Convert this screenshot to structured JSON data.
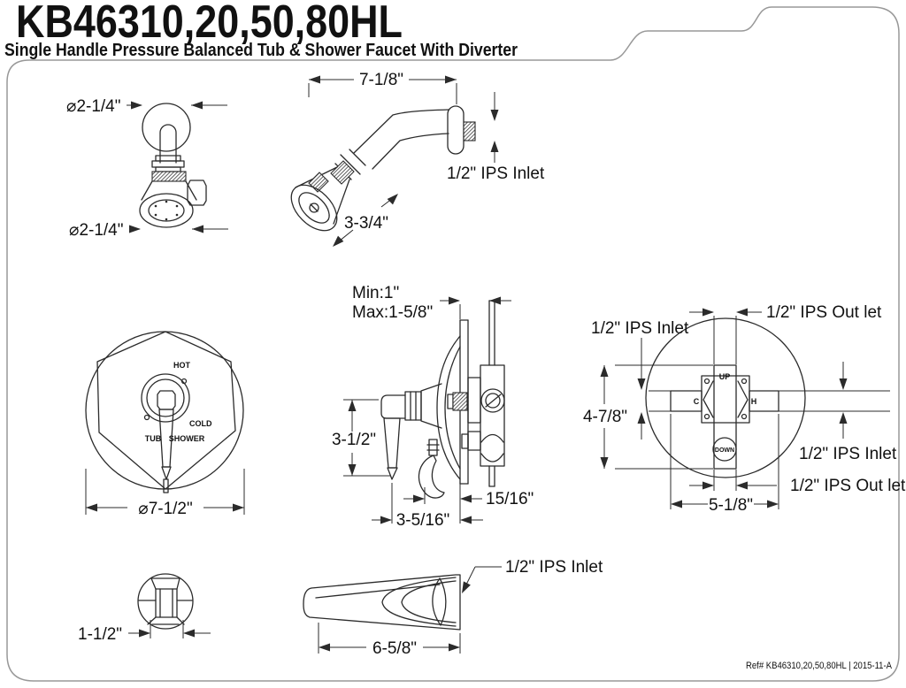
{
  "header": {
    "title": "KB46310,20,50,80HL",
    "subtitle": "Single Handle Pressure Balanced Tub & Shower Faucet With Diverter"
  },
  "footer": {
    "ref": "Ref# KB46310,20,50,80HL | 2015-11-A"
  },
  "colors": {
    "background": "#ffffff",
    "line": "#2b2b2b",
    "border": "#989898",
    "text": "#111111"
  },
  "views": {
    "shower_head_front": {
      "dia_top": "⌀2-1/4\"",
      "dia_face": "⌀2-1/4\""
    },
    "shower_arm_side": {
      "arm_length": "7-1/8\"",
      "head_length": "3-3/4\"",
      "inlet": "1/2\" IPS Inlet"
    },
    "valve_trim_front": {
      "dia": "⌀7-1/2\"",
      "hot": "HOT",
      "cold": "COLD",
      "tub": "TUB",
      "shower": "SHOWER"
    },
    "valve_trim_side": {
      "wall_min": "Min:1\"",
      "wall_max": "Max:1-5/8\"",
      "handle_length": "3-1/2\"",
      "plate_depth": "15/16\"",
      "handle_depth": "3-5/16\""
    },
    "rough_in_valve": {
      "inlet_top_left": "1/2\" IPS Inlet",
      "outlet_top": "1/2\" IPS Out let",
      "height": "4-7/8\"",
      "inlet_right": "1/2\" IPS Inlet",
      "outlet_bottom": "1/2\" IPS Out let",
      "width": "5-1/8\"",
      "up": "UP",
      "down": "DOWN",
      "cold_port": "C",
      "hot_port": "H"
    },
    "tub_spout_front": {
      "dia": "1-1/2\""
    },
    "tub_spout_side": {
      "length": "6-5/8\"",
      "inlet": "1/2\" IPS Inlet"
    }
  }
}
